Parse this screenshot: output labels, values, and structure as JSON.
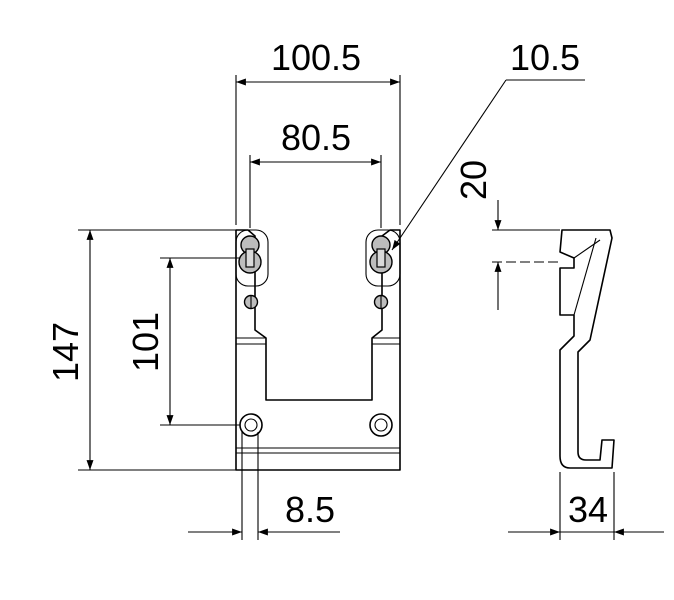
{
  "dimensions": {
    "overall_width": "100.5",
    "hole_spacing": "80.5",
    "hole_diameter": "10.5",
    "overall_height": "147",
    "hole_vertical_spacing": "101",
    "lower_hole_offset": "8.5",
    "profile_top_height": "20",
    "profile_depth": "34"
  },
  "colors": {
    "line": "#000000",
    "fill": "#bdbdbd",
    "background": "#ffffff"
  }
}
